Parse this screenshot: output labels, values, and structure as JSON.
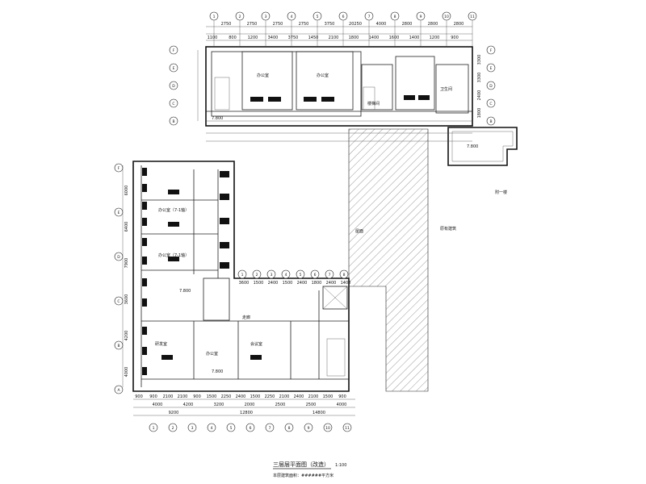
{
  "drawing": {
    "title": "三层层平面图（改造）",
    "scale": "1:100",
    "note": "本层建筑面积：######平方米",
    "stroke_color": "#111111",
    "hatch_color": "#333333"
  },
  "top_axes": [
    "1",
    "2",
    "3",
    "4",
    "5",
    "6",
    "7",
    "8",
    "9",
    "10",
    "11"
  ],
  "top_dims_row1": [
    "2750",
    "2750",
    "2750",
    "2750",
    "3750",
    "20250",
    "4000",
    "2800",
    "2800",
    "2800"
  ],
  "top_dims_row2": [
    "1100",
    "800",
    "1200",
    "3400",
    "3750",
    "1450",
    "2100",
    "1800",
    "1400",
    "1600",
    "1400",
    "1200",
    "900"
  ],
  "right_top_axes": [
    "F",
    "E",
    "D",
    "C",
    "B"
  ],
  "right_top_dims": [
    "3300",
    "3300",
    "2400",
    "1800"
  ],
  "left_top_axes": [
    "F",
    "E",
    "D",
    "C",
    "B"
  ],
  "left_lower_axes": [
    "F",
    "E",
    "D",
    "C",
    "B",
    "A"
  ],
  "left_lower_dims": [
    "6000",
    "6400",
    "7900",
    "3600",
    "4200",
    "4000"
  ],
  "bottom_axes": [
    "1",
    "2",
    "3",
    "4",
    "5",
    "6",
    "7",
    "8",
    "9",
    "10",
    "11"
  ],
  "bottom_dims_row1": [
    "900",
    "900",
    "2100",
    "2100",
    "900",
    "1500",
    "2250",
    "2400",
    "1500",
    "2250",
    "2100",
    "2400",
    "2100",
    "1500",
    "900"
  ],
  "bottom_dims_row2": [
    "4000",
    "4200",
    "3200",
    "2000",
    "2500",
    "2500",
    "4000"
  ],
  "bottom_dims_row3": [
    "9200",
    "12800",
    "14800"
  ],
  "mid_axes_row": [
    "1",
    "2",
    "3",
    "4",
    "5",
    "6",
    "7",
    "8"
  ],
  "mid_dims": [
    "3600",
    "1500",
    "2400",
    "1500",
    "2400",
    "1800",
    "2400",
    "1400"
  ],
  "labels": {
    "room_a": "办公室",
    "room_b": "办公室",
    "room_c": "会议室",
    "room_d": "办公室（7-1轴）",
    "room_e": "办公室（7-1轴）",
    "room_f": "研发室",
    "room_g": "办公室",
    "corridor": "走廊",
    "stair": "楼梯间",
    "toilet": "卫生间",
    "roof": "屋面",
    "existing": "原有建筑",
    "annex": "附一楼",
    "level_1": "7.800",
    "level_2": "7.800",
    "level_3": "7.800",
    "level_4": "7.800"
  }
}
